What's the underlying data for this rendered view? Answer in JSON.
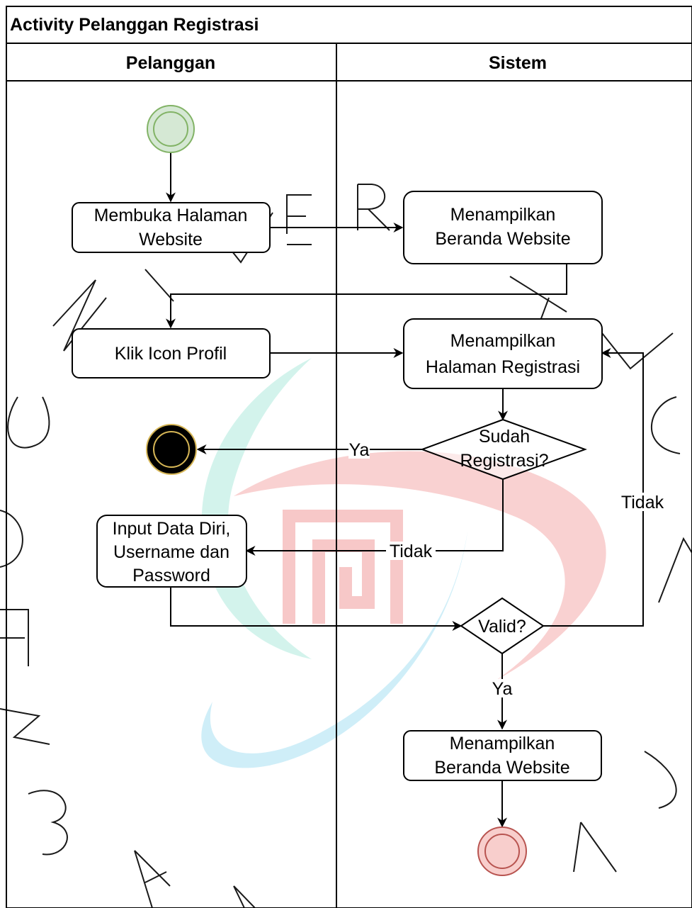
{
  "diagram": {
    "title": "Activity Pelanggan Registrasi",
    "lanes": [
      "Pelanggan",
      "Sistem"
    ],
    "nodes": {
      "membuka_halaman": [
        "Membuka Halaman",
        "Website"
      ],
      "menampilkan_beranda_1": [
        "Menampilkan",
        "Beranda Website"
      ],
      "klik_icon_profil": [
        "Klik Icon Profil"
      ],
      "menampilkan_registrasi": [
        "Menampilkan",
        "Halaman Registrasi"
      ],
      "sudah_registrasi": [
        "Sudah",
        "Registrasi?"
      ],
      "input_data": [
        "Input Data Diri,",
        "Username dan",
        "Password"
      ],
      "valid": [
        "Valid?"
      ],
      "menampilkan_beranda_2": [
        "Menampilkan",
        "Beranda Website"
      ]
    },
    "edge_labels": {
      "ya_to_end": "Ya",
      "tidak_to_input": "Tidak",
      "tidak_to_registrasi": "Tidak",
      "ya_to_beranda": "Ya"
    },
    "colors": {
      "start_fill": "#d5e8d4",
      "start_stroke": "#82b366",
      "final_fill": "#f8cecc",
      "final_stroke": "#b85450",
      "end_fill": "#000000",
      "end_ring": "#d6b656",
      "line": "#000000"
    }
  },
  "watermark": {
    "letters": [
      "U",
      "N",
      "I",
      "V",
      "E",
      "R",
      "S",
      "I",
      "T",
      "A",
      "S",
      "M",
      "U",
      "L",
      "T",
      "I",
      "M",
      "E",
      "D",
      "I",
      "A",
      "N",
      "U",
      "S",
      "A",
      "N",
      "T",
      "A",
      "R",
      "A"
    ]
  }
}
